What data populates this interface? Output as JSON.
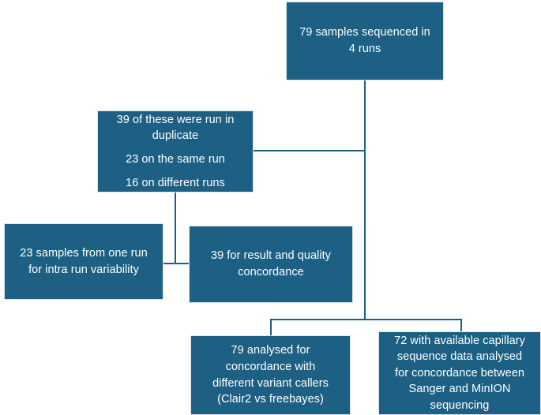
{
  "diagram": {
    "type": "flowchart",
    "title": "Sequencing study sample flow",
    "accent_color": "#1d6083",
    "text_color": "#ffffff",
    "background_color": "#ffffff",
    "border_color": "#d9e6ee",
    "nodes": [
      {
        "id": "top",
        "name": "samples-sequenced-box",
        "lines": [
          "79 samples sequenced in",
          "4 runs"
        ],
        "groups": [
          [
            "79 samples sequenced in",
            "4 runs"
          ]
        ]
      },
      {
        "id": "duplicate",
        "name": "duplicate-runs-box",
        "lines": [
          "39 of these were run in",
          "duplicate",
          "23 on the same run",
          "16 on different runs"
        ],
        "groups": [
          [
            "39 of these were run in",
            "duplicate"
          ],
          [
            "23 on the same run"
          ],
          [
            "16 on different runs"
          ]
        ]
      },
      {
        "id": "intra",
        "name": "intra-run-variability-box",
        "lines": [
          "23 samples from one run",
          "for intra run variability"
        ],
        "groups": [
          [
            "23 samples from one run",
            "for intra run variability"
          ]
        ]
      },
      {
        "id": "concordance",
        "name": "result-quality-concordance-box",
        "lines": [
          "39 for result and quality",
          "concordance"
        ],
        "groups": [
          [
            "39 for result and quality",
            "concordance"
          ]
        ]
      },
      {
        "id": "variantcallers",
        "name": "variant-caller-concordance-box",
        "lines": [
          "79 analysed for",
          "concordance with",
          "different variant callers",
          "(Clair2 vs freebayes)"
        ],
        "groups": [
          [
            "79 analysed for",
            "concordance with",
            "different variant callers",
            "(Clair2 vs freebayes)"
          ]
        ]
      },
      {
        "id": "capillary",
        "name": "capillary-sanger-concordance-box",
        "lines": [
          "72 with available capillary",
          "sequence data analysed",
          "for concordance between",
          "Sanger and MinION",
          "sequencing"
        ],
        "groups": [
          [
            "72 with available capillary",
            "sequence data analysed",
            "for concordance between",
            "Sanger and MinION",
            "sequencing"
          ]
        ]
      }
    ],
    "connectors": [
      {
        "name": "connector-top-trunk",
        "from": "top",
        "to": "split-bar"
      },
      {
        "name": "connector-duplicate-to-trunk",
        "from": "duplicate",
        "to": "top-trunk"
      },
      {
        "name": "connector-duplicate-down",
        "from": "duplicate",
        "to": "intra-concordance-bar"
      },
      {
        "name": "connector-intra-concordance-bar",
        "from": "intra",
        "to": "concordance"
      },
      {
        "name": "connector-split-bar",
        "from": "top-trunk",
        "to": "bottom-boxes"
      },
      {
        "name": "connector-split-left",
        "from": "split-bar",
        "to": "variantcallers"
      },
      {
        "name": "connector-split-right",
        "from": "split-bar",
        "to": "capillary"
      }
    ]
  }
}
